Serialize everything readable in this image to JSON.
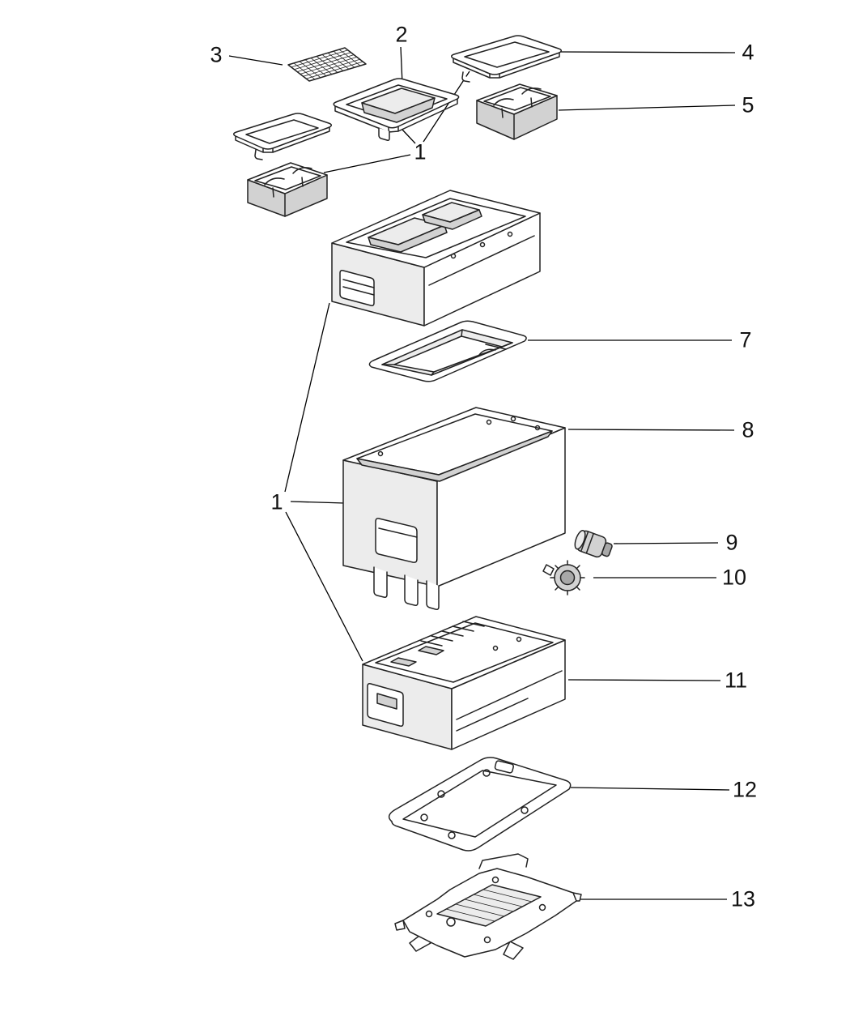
{
  "diagram": {
    "type": "exploded-parts-diagram",
    "background_color": "#ffffff",
    "line_color": "#222222",
    "callouts": {
      "c1_top": {
        "label": "1"
      },
      "c1_left": {
        "label": "1"
      },
      "c2": {
        "label": "2"
      },
      "c3": {
        "label": "3"
      },
      "c4": {
        "label": "4"
      },
      "c5": {
        "label": "5"
      },
      "c7": {
        "label": "7"
      },
      "c8": {
        "label": "8"
      },
      "c9": {
        "label": "9"
      },
      "c10": {
        "label": "10"
      },
      "c11": {
        "label": "11"
      },
      "c12": {
        "label": "12"
      },
      "c13": {
        "label": "13"
      }
    }
  }
}
